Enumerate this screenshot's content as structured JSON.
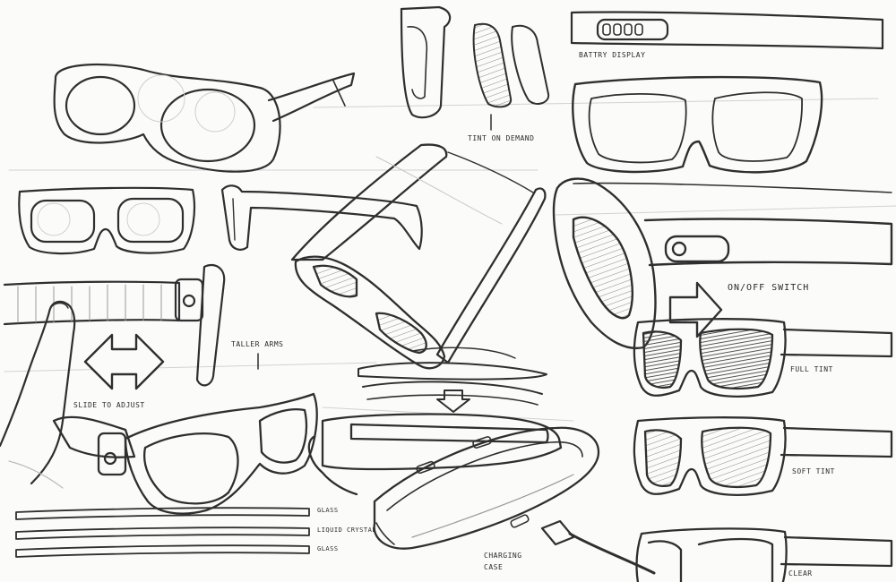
{
  "labels": {
    "battery_display": "BATTRY DISPLAY",
    "tint_on_demand": "TINT ON DEMAND",
    "on_off_switch": "ON/OFF SWITCH",
    "taller_arms": "TALLER ARMS",
    "slide_to_adjust": "SLIDE TO ADJUST",
    "full_tint": "FULL TINT",
    "soft_tint": "SOFT TINT",
    "clear": "CLEAR",
    "charging_case_line1": "CHARGING",
    "charging_case_line2": "CASE",
    "layer_glass_top": "GLASS",
    "layer_liquid_crystal": "LIQUID CRYSTAL",
    "layer_glass_bottom": "GLASS"
  },
  "colors": {
    "paper": "#fbfbfa",
    "ink": "#2b2b2b",
    "shade": "#9a9a9a"
  }
}
